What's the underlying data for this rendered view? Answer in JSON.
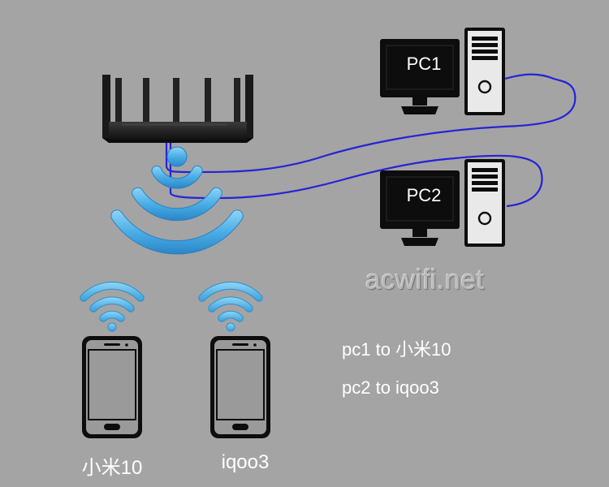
{
  "computers": [
    {
      "label": "PC1"
    },
    {
      "label": "PC2"
    }
  ],
  "phones": [
    {
      "label": "小米10"
    },
    {
      "label": "iqoo3"
    }
  ],
  "legend": [
    "pc1 to 小米10",
    "pc2 to iqoo3"
  ],
  "watermark": "acwifi.net",
  "colors": {
    "background": "#a4a4a4",
    "cable": "#2424d6",
    "wifi": "#4aaee6",
    "device": "#0d0d0d",
    "text": "#ffffff"
  },
  "icons": [
    "router-icon",
    "wifi-icon",
    "monitor-icon",
    "pc-tower-icon",
    "smartphone-icon"
  ]
}
